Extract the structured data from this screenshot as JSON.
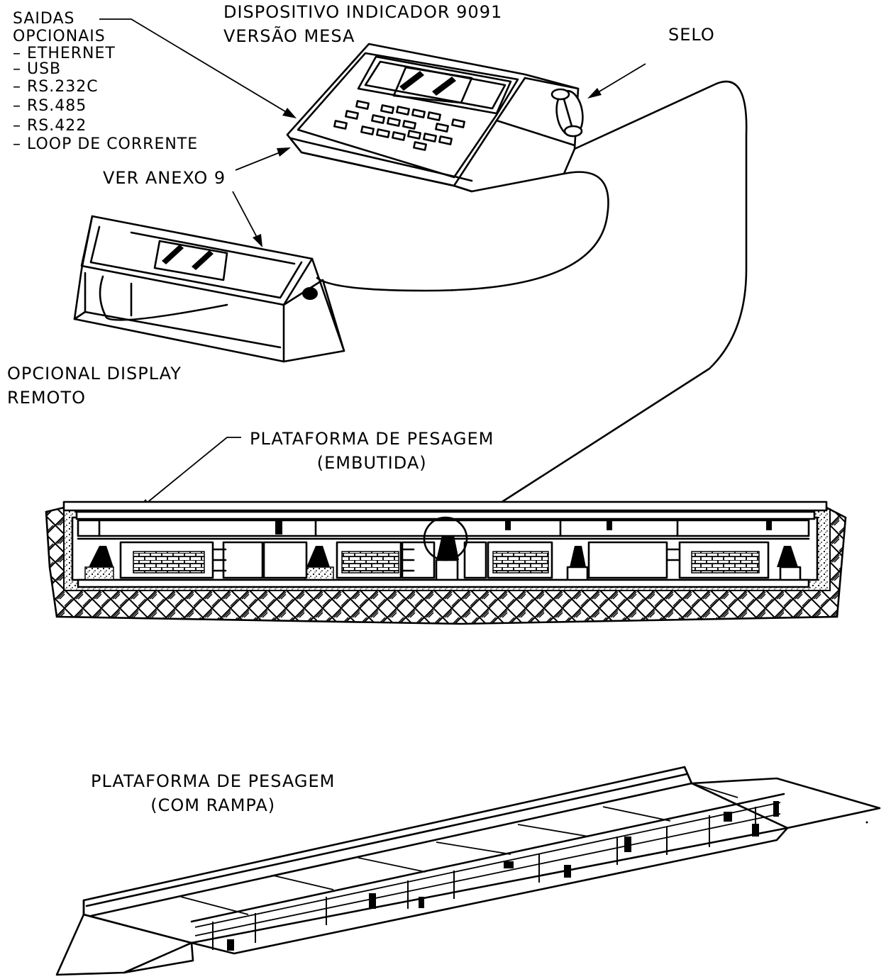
{
  "labels": {
    "saidas_title": "SAIDAS\nOPCIONAIS",
    "saidas_items": [
      "– ETHERNET",
      "– USB",
      "– RS.232C",
      "– RS.485",
      "– RS.422",
      "– LOOP DE CORRENTE"
    ],
    "indicador": "DISPOSITIVO INDICADOR 9091\nVERSÃO MESA",
    "selo": "SELO",
    "anexo": "VER ANEXO 9",
    "display": "OPCIONAL DISPLAY\nREMOTO",
    "plat_embutida": "PLATAFORMA DE PESAGEM\n(EMBUTIDA)",
    "plat_rampa": "PLATAFORMA DE PESAGEM\n(COM RAMPA)"
  },
  "display_digits": "/ /"
}
